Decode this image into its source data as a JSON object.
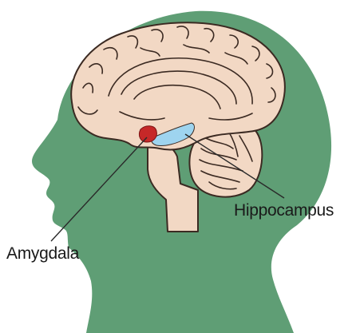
{
  "labels": {
    "hippocampus": "Hippocampus",
    "amygdala": "Amygdala"
  },
  "colors": {
    "skin": "#5f9e75",
    "brain": "#f2d8c4",
    "outline": "#3b2a22",
    "amygdala": "#c62828",
    "hippocampus": "#9ed4ef",
    "leader_line": "#2a2a2a"
  },
  "icons": [
    "head-silhouette",
    "brain",
    "cerebellum",
    "brainstem",
    "amygdala-region",
    "hippocampus-region"
  ]
}
